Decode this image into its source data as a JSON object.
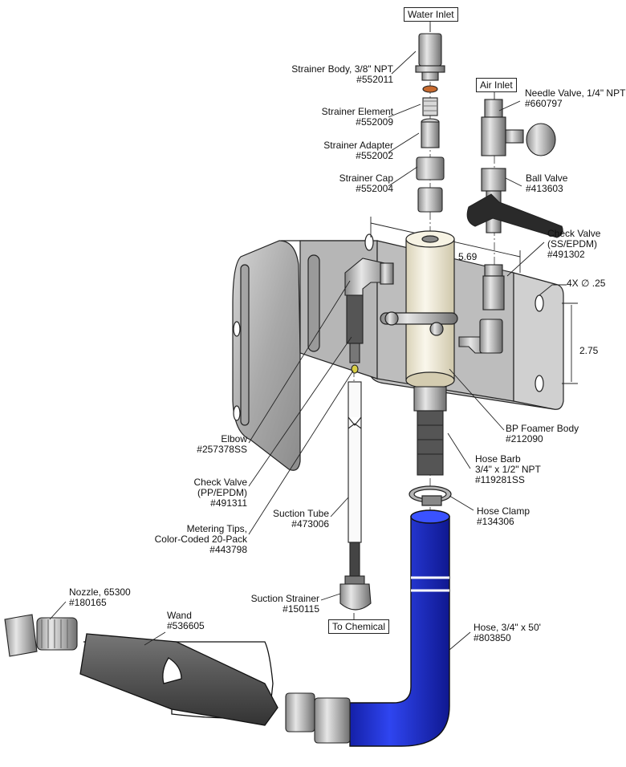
{
  "boxes": {
    "water_inlet": "Water Inlet",
    "air_inlet": "Air Inlet",
    "to_chemical": "To Chemical"
  },
  "dimensions": {
    "width": "5.69",
    "height": "2.75",
    "holes": "4X ∅ .25"
  },
  "parts": {
    "strainer_body": {
      "name": "Strainer Body, 3/8\" NPT",
      "number": "#552011"
    },
    "strainer_element": {
      "name": "Strainer Element",
      "number": "#552009"
    },
    "strainer_adapter": {
      "name": "Strainer Adapter",
      "number": "#552002"
    },
    "strainer_cap": {
      "name": "Strainer Cap",
      "number": "#552004"
    },
    "needle_valve": {
      "name": "Needle Valve, 1/4\" NPT",
      "number": "#660797"
    },
    "ball_valve": {
      "name": "Ball Valve",
      "number": "#413603"
    },
    "check_valve_ss": {
      "name": "Check Valve",
      "name2": "(SS/EPDM)",
      "number": "#491302"
    },
    "bp_foamer_body": {
      "name": "BP Foamer Body",
      "number": "#212090"
    },
    "hose_barb": {
      "name": "Hose Barb",
      "name2": "3/4\" x 1/2\" NPT",
      "number": "#119281SS"
    },
    "hose_clamp": {
      "name": "Hose Clamp",
      "number": "#134306"
    },
    "elbow": {
      "name": "Elbow",
      "number": "#257378SS"
    },
    "check_valve_pp": {
      "name": "Check Valve",
      "name2": "(PP/EPDM)",
      "number": "#491311"
    },
    "suction_tube": {
      "name": "Suction Tube",
      "number": "#473006"
    },
    "metering_tips": {
      "name": "Metering Tips,",
      "name2": "Color-Coded 20-Pack",
      "number": "#443798"
    },
    "suction_strainer": {
      "name": "Suction Strainer",
      "number": "#150115"
    },
    "nozzle": {
      "name": "Nozzle, 65300",
      "number": "#180165"
    },
    "wand": {
      "name": "Wand",
      "number": "#536605"
    },
    "hose": {
      "name": "Hose, 3/4\" x 50'",
      "number": "#803850"
    }
  },
  "colors": {
    "hose": "#1f2fd6",
    "metal": "#b9b9b9",
    "foamer_body": "#f1ecd9",
    "wand": "#555555",
    "handle": "#2a2a2a"
  }
}
